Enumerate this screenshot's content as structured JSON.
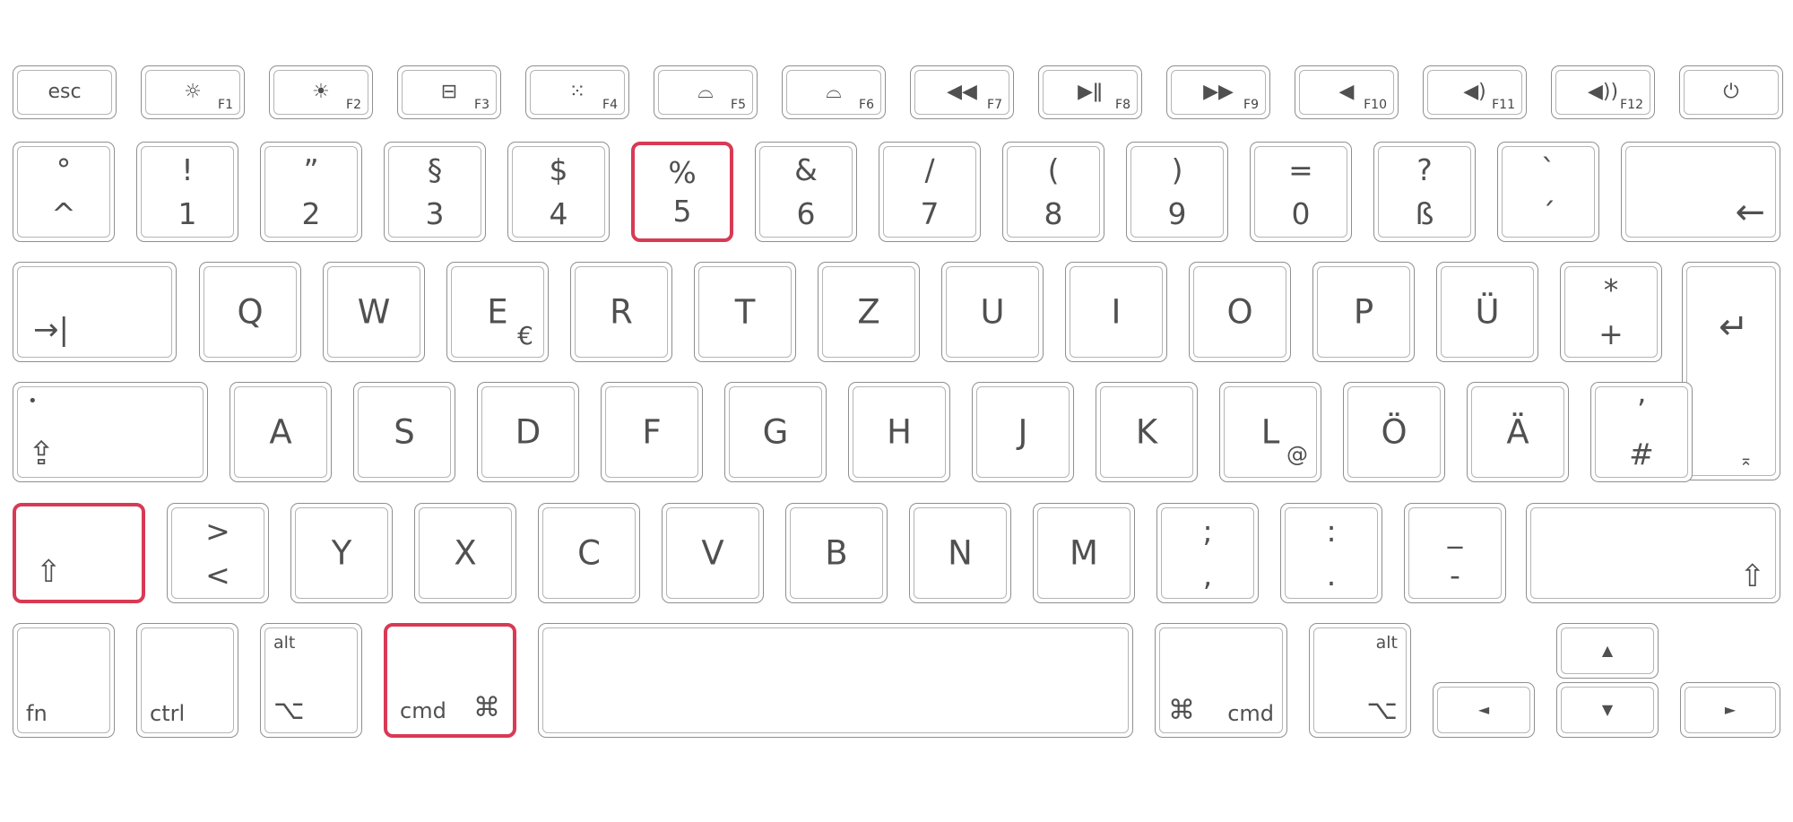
{
  "row_fn": [
    {
      "name": "key-esc",
      "main": "esc"
    },
    {
      "name": "key-f1",
      "icon": "☼",
      "num": "F1"
    },
    {
      "name": "key-f2",
      "icon": "☀",
      "num": "F2"
    },
    {
      "name": "key-f3",
      "icon": "⊟",
      "num": "F3"
    },
    {
      "name": "key-f4",
      "icon": "⁙",
      "num": "F4"
    },
    {
      "name": "key-f5",
      "icon": "⌓",
      "num": "F5"
    },
    {
      "name": "key-f6",
      "icon": "⌓",
      "num": "F6"
    },
    {
      "name": "key-f7",
      "icon": "◀◀",
      "num": "F7"
    },
    {
      "name": "key-f8",
      "icon": "▶ǁ",
      "num": "F8"
    },
    {
      "name": "key-f9",
      "icon": "▶▶",
      "num": "F9"
    },
    {
      "name": "key-f10",
      "icon": "◀",
      "num": "F10"
    },
    {
      "name": "key-f11",
      "icon": "◀)",
      "num": "F11"
    },
    {
      "name": "key-f12",
      "icon": "◀))",
      "num": "F12"
    },
    {
      "name": "key-power",
      "icon": "⏻"
    }
  ],
  "row_num": [
    {
      "name": "key-caret",
      "top": "°",
      "bot": "^"
    },
    {
      "name": "key-1",
      "top": "!",
      "bot": "1"
    },
    {
      "name": "key-2",
      "top": "”",
      "bot": "2"
    },
    {
      "name": "key-3",
      "top": "§",
      "bot": "3"
    },
    {
      "name": "key-4",
      "top": "$",
      "bot": "4"
    },
    {
      "name": "key-5",
      "top": "%",
      "bot": "5"
    },
    {
      "name": "key-6",
      "top": "&",
      "bot": "6"
    },
    {
      "name": "key-7",
      "top": "/",
      "bot": "7"
    },
    {
      "name": "key-8",
      "top": "(",
      "bot": "8"
    },
    {
      "name": "key-9",
      "top": ")",
      "bot": "9"
    },
    {
      "name": "key-0",
      "top": "=",
      "bot": "0"
    },
    {
      "name": "key-sz",
      "top": "?",
      "bot": "ß"
    },
    {
      "name": "key-accent",
      "top": "`",
      "bot": "´"
    },
    {
      "name": "key-backspace",
      "glyph": "←"
    }
  ],
  "row_q": [
    {
      "name": "key-tab",
      "glyph": "→|"
    },
    {
      "name": "key-q",
      "main": "Q"
    },
    {
      "name": "key-w",
      "main": "W"
    },
    {
      "name": "key-e",
      "main": "E",
      "sub": "€"
    },
    {
      "name": "key-r",
      "main": "R"
    },
    {
      "name": "key-t",
      "main": "T"
    },
    {
      "name": "key-z",
      "main": "Z"
    },
    {
      "name": "key-u",
      "main": "U"
    },
    {
      "name": "key-i",
      "main": "I"
    },
    {
      "name": "key-o",
      "main": "O"
    },
    {
      "name": "key-p",
      "main": "P"
    },
    {
      "name": "key-ue",
      "main": "Ü"
    },
    {
      "name": "key-plus",
      "top": "*",
      "bot": "+"
    }
  ],
  "return_glyph": "↵",
  "return_small": "⌅",
  "row_a": [
    {
      "name": "key-capslock",
      "dot": "•",
      "glyph": "⇪"
    },
    {
      "name": "key-a",
      "main": "A"
    },
    {
      "name": "key-s",
      "main": "S"
    },
    {
      "name": "key-d",
      "main": "D"
    },
    {
      "name": "key-f",
      "main": "F"
    },
    {
      "name": "key-g",
      "main": "G"
    },
    {
      "name": "key-h",
      "main": "H"
    },
    {
      "name": "key-j",
      "main": "J"
    },
    {
      "name": "key-k",
      "main": "K"
    },
    {
      "name": "key-l",
      "main": "L",
      "sub": "@"
    },
    {
      "name": "key-oe",
      "main": "Ö"
    },
    {
      "name": "key-ae",
      "main": "Ä"
    },
    {
      "name": "key-hash",
      "top": "’",
      "bot": "#"
    }
  ],
  "row_y": [
    {
      "name": "key-shift-left",
      "glyph": "⇧"
    },
    {
      "name": "key-angle",
      "top": ">",
      "bot": "<"
    },
    {
      "name": "key-y",
      "main": "Y"
    },
    {
      "name": "key-x",
      "main": "X"
    },
    {
      "name": "key-c",
      "main": "C"
    },
    {
      "name": "key-v",
      "main": "V"
    },
    {
      "name": "key-b",
      "main": "B"
    },
    {
      "name": "key-n",
      "main": "N"
    },
    {
      "name": "key-m",
      "main": "M"
    },
    {
      "name": "key-comma",
      "top": ";",
      "bot": ","
    },
    {
      "name": "key-period",
      "top": ":",
      "bot": "."
    },
    {
      "name": "key-minus",
      "top": "_",
      "bot": "-"
    },
    {
      "name": "key-shift-right",
      "glyph": "⇧"
    }
  ],
  "row_bottom": [
    {
      "name": "key-fn",
      "bl": "fn"
    },
    {
      "name": "key-ctrl",
      "bl": "ctrl"
    },
    {
      "name": "key-alt-left",
      "tl": "alt",
      "gl": "⌥"
    },
    {
      "name": "key-cmd-left",
      "bl": "cmd",
      "gr": "⌘"
    },
    {
      "name": "key-space"
    },
    {
      "name": "key-cmd-right",
      "gl": "⌘",
      "br": "cmd"
    },
    {
      "name": "key-alt-right",
      "tr": "alt",
      "gr": "⌥"
    },
    {
      "name": "key-arrow-left",
      "arrow": "◄"
    },
    {
      "name": "key-arrow-up",
      "arrow": "▲"
    },
    {
      "name": "key-arrow-down",
      "arrow": "▼"
    },
    {
      "name": "key-arrow-right",
      "arrow": "►"
    }
  ],
  "highlighted": [
    "key-5",
    "key-shift-left",
    "key-cmd-left"
  ],
  "colors": {
    "highlight": "#d83a55",
    "outline": "#8f8f8f",
    "text": "#505050"
  }
}
